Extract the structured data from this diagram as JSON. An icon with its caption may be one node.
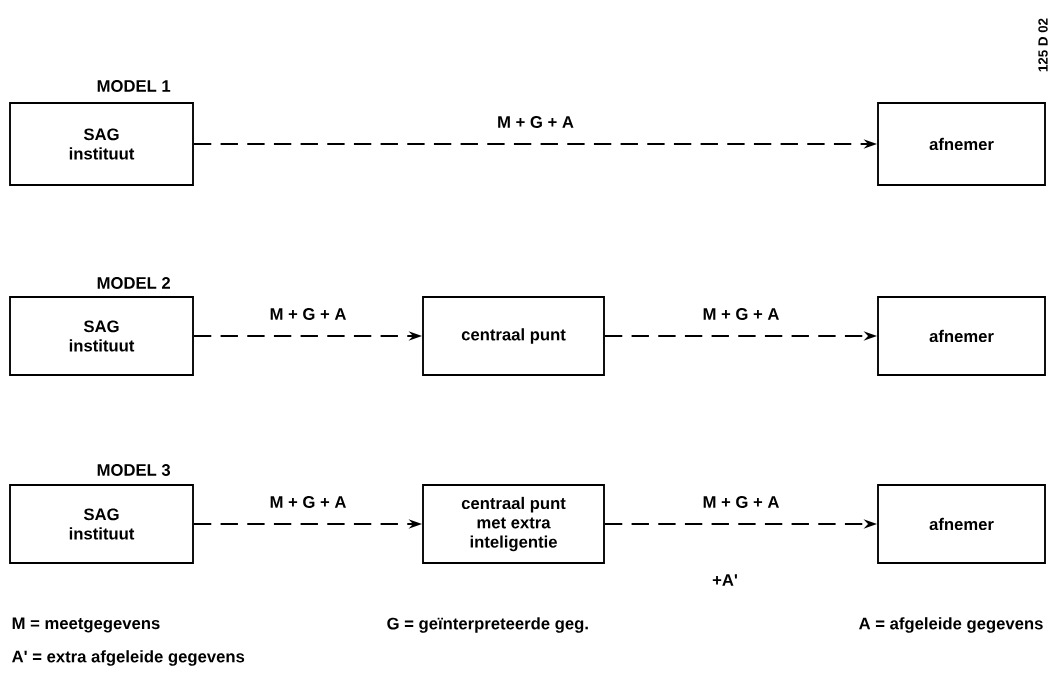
{
  "diagram": {
    "nodes": [
      {
        "text": [
          "SAG instituut"
        ]
      },
      {
        "text": [
          "afnemer"
        ]
      },
      {
        "text": [
          "SAG instituut"
        ]
      },
      {
        "text": [
          "centraal punt"
        ]
      },
      {
        "text": [
          "afnemer"
        ]
      },
      {
        "text": [
          "SAG instituut"
        ]
      },
      {
        "text": [
          "centraal punt met extra inteligentie"
        ]
      },
      {
        "text": [
          "afnemer"
        ]
      }
    ],
    "edges": [
      {
        "from": 0,
        "to": 1,
        "arrow": "to",
        "label": "M + G + A",
        "style": "dashed"
      },
      {
        "from": 2,
        "to": 3,
        "arrow": "to",
        "label": "M + G + A",
        "style": "dashed"
      },
      {
        "from": 3,
        "to": 4,
        "arrow": "to",
        "label": "M + G + A",
        "style": "dashed"
      },
      {
        "from": 5,
        "to": 6,
        "arrow": "to",
        "label": "M + G + A",
        "style": "dashed"
      },
      {
        "from": 6,
        "to": 7,
        "arrow": "to",
        "label": "M + G + A",
        "style": "dashed"
      }
    ],
    "labels": [
      "125 D 02",
      "MODEL 1",
      "MODEL 2",
      "MODEL 3",
      "+A'",
      "M = meetgegevens",
      "G = geïnterpreteerde geg.",
      "A = afgeleide gegevens",
      "A' = extra afgeleide gegevens"
    ]
  }
}
